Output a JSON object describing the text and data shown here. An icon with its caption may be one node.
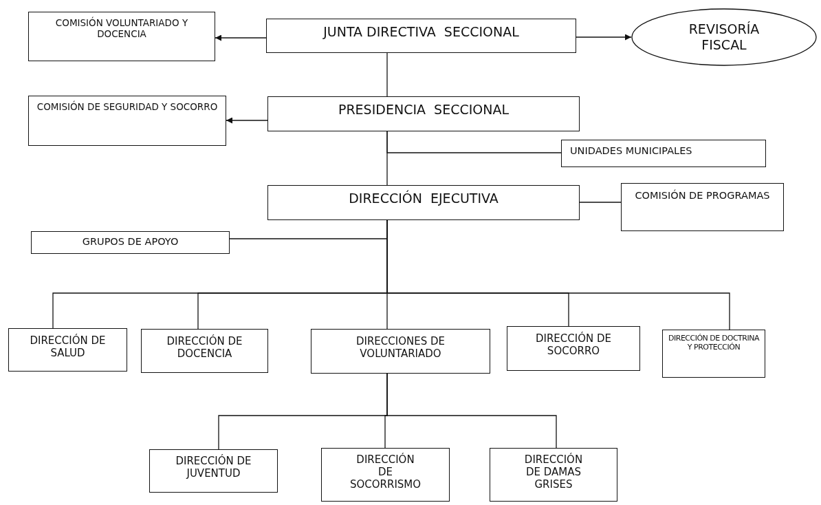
{
  "diagram": {
    "nodes": [
      {
        "text": [
          "JUNTA DIRECTIVA  SECCIONAL"
        ]
      },
      {
        "text": [
          "COMISIÓN VOLUNTARIADO Y DOCENCIA"
        ]
      },
      {
        "text": [
          "REVISORÍA FISCAL"
        ]
      },
      {
        "text": [
          "PRESIDENCIA  SECCIONAL"
        ]
      },
      {
        "text": [
          "COMISIÓN DE SEGURIDAD Y SOCORRO"
        ]
      },
      {
        "text": [
          "UNIDADES MUNICIPALES"
        ]
      },
      {
        "text": [
          "DIRECCIÓN  EJECUTIVA"
        ]
      },
      {
        "text": [
          "COMISIÓN DE PROGRAMAS"
        ]
      },
      {
        "text": [
          "GRUPOS DE APOYO"
        ]
      },
      {
        "text": [
          "DIRECCIÓN DE SALUD"
        ]
      },
      {
        "text": [
          "DIRECCIÓN DE DOCENCIA"
        ]
      },
      {
        "text": [
          "DIRECCIONES DE VOLUNTARIADO"
        ]
      },
      {
        "text": [
          "DIRECCIÓN DE SOCORRO"
        ]
      },
      {
        "text": [
          "DIRECCIÓN DE DOCTRINA Y PROTECCIÓN"
        ]
      },
      {
        "text": [
          "DIRECCIÓN DE JUVENTUD"
        ]
      },
      {
        "text": [
          "DIRECCIÓN DE SOCORRISMO"
        ]
      },
      {
        "text": [
          "DIRECCIÓN DE DAMAS GRISES"
        ]
      }
    ],
    "edges": [
      {
        "from": 0,
        "to": 1,
        "arrow": "to"
      },
      {
        "from": 0,
        "to": 2,
        "arrow": "to"
      },
      {
        "from": 0,
        "to": 3,
        "arrow": "none"
      },
      {
        "from": 3,
        "to": 4,
        "arrow": "to"
      },
      {
        "from": 3,
        "to": 5,
        "arrow": "none"
      },
      {
        "from": 3,
        "to": 6,
        "arrow": "none"
      },
      {
        "from": 6,
        "to": 7,
        "arrow": "none"
      },
      {
        "from": 6,
        "to": 8,
        "arrow": "none"
      },
      {
        "from": 6,
        "to": 9,
        "arrow": "none"
      },
      {
        "from": 6,
        "to": 10,
        "arrow": "none"
      },
      {
        "from": 6,
        "to": 11,
        "arrow": "none"
      },
      {
        "from": 6,
        "to": 12,
        "arrow": "none"
      },
      {
        "from": 6,
        "to": 13,
        "arrow": "none"
      },
      {
        "from": 11,
        "to": 14,
        "arrow": "none"
      },
      {
        "from": 11,
        "to": 15,
        "arrow": "none"
      },
      {
        "from": 11,
        "to": 16,
        "arrow": "none"
      }
    ]
  }
}
